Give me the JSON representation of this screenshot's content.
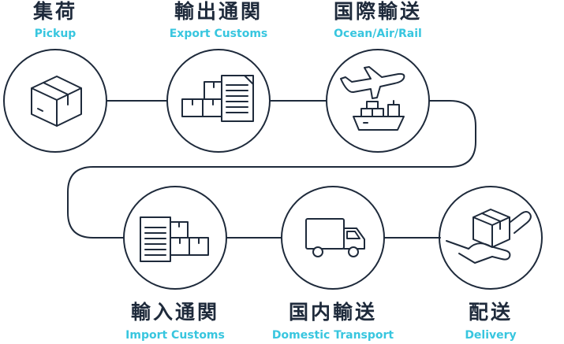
{
  "colors": {
    "ink": "#1e2a3b",
    "accent": "#38c6df",
    "background": "#ffffff"
  },
  "steps": [
    {
      "title": "集荷",
      "subtitle": "Pickup",
      "icon": "package-box-icon"
    },
    {
      "title": "輸出通関",
      "subtitle": "Export Customs",
      "icon": "boxes-document-icon"
    },
    {
      "title": "国際輸送",
      "subtitle": "Ocean/Air/Rail",
      "icon": "plane-ship-icon"
    },
    {
      "title": "輸入通関",
      "subtitle": "Import Customs",
      "icon": "document-boxes-icon"
    },
    {
      "title": "国内輸送",
      "subtitle": "Domestic Transport",
      "icon": "delivery-truck-icon"
    },
    {
      "title": "配送",
      "subtitle": "Delivery",
      "icon": "hand-package-icon"
    }
  ]
}
